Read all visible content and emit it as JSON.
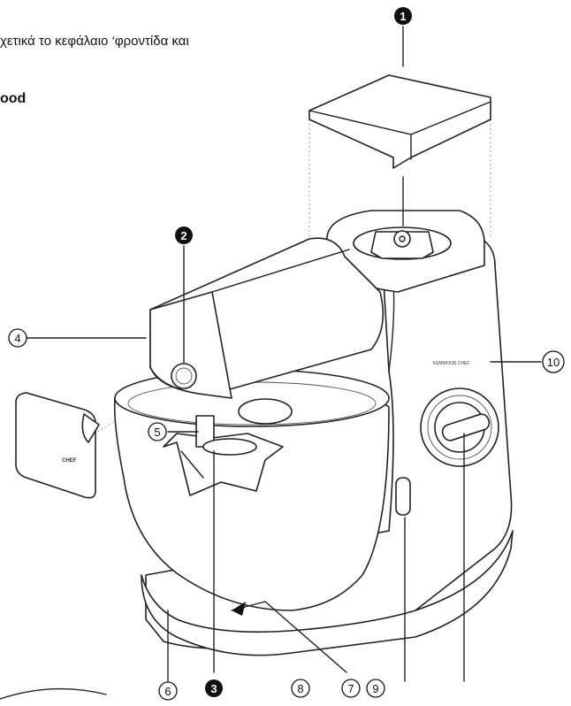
{
  "text": {
    "top_line": "χετικά το κεφάλαιο ‘φροντίδα και",
    "bold_line": "ood"
  },
  "callouts": {
    "c1": "1",
    "c2": "2",
    "c3": "3",
    "c4": "4",
    "c5": "5",
    "c6": "6",
    "c7": "7",
    "c8": "8",
    "c9": "9",
    "c10": "10"
  },
  "labels": {
    "cover_brand": "CHEF",
    "body_brand": "KENWOOD CHEF"
  }
}
